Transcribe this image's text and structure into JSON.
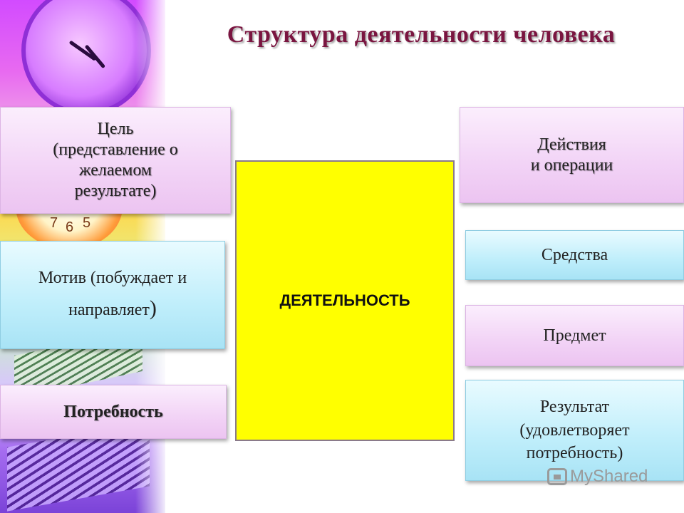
{
  "title": "Структура деятельности человека",
  "center": "ДЕЯТЕЛЬНОСТЬ",
  "left": {
    "goal": {
      "line1": "Цель",
      "line2": "(представление о",
      "line3": "желаемом",
      "line4": "результате)"
    },
    "motive": {
      "line1": "Мотив (побуждает и",
      "line2": "направляет",
      "line2_paren": ")"
    },
    "need": "Потребность"
  },
  "right": {
    "actions": {
      "line1": "Действия",
      "line2": "и операции"
    },
    "means": "Средства",
    "subject": "Предмет",
    "result": {
      "line1": "Результат",
      "line2": "(удовлетворяет",
      "line3": "потребность)"
    }
  },
  "watermark": "MyShared",
  "colors": {
    "title": "#7a1540",
    "center_fill": "#ffff00",
    "pink_box": "#f2d3f6",
    "cyan_box": "#bfeefb"
  }
}
